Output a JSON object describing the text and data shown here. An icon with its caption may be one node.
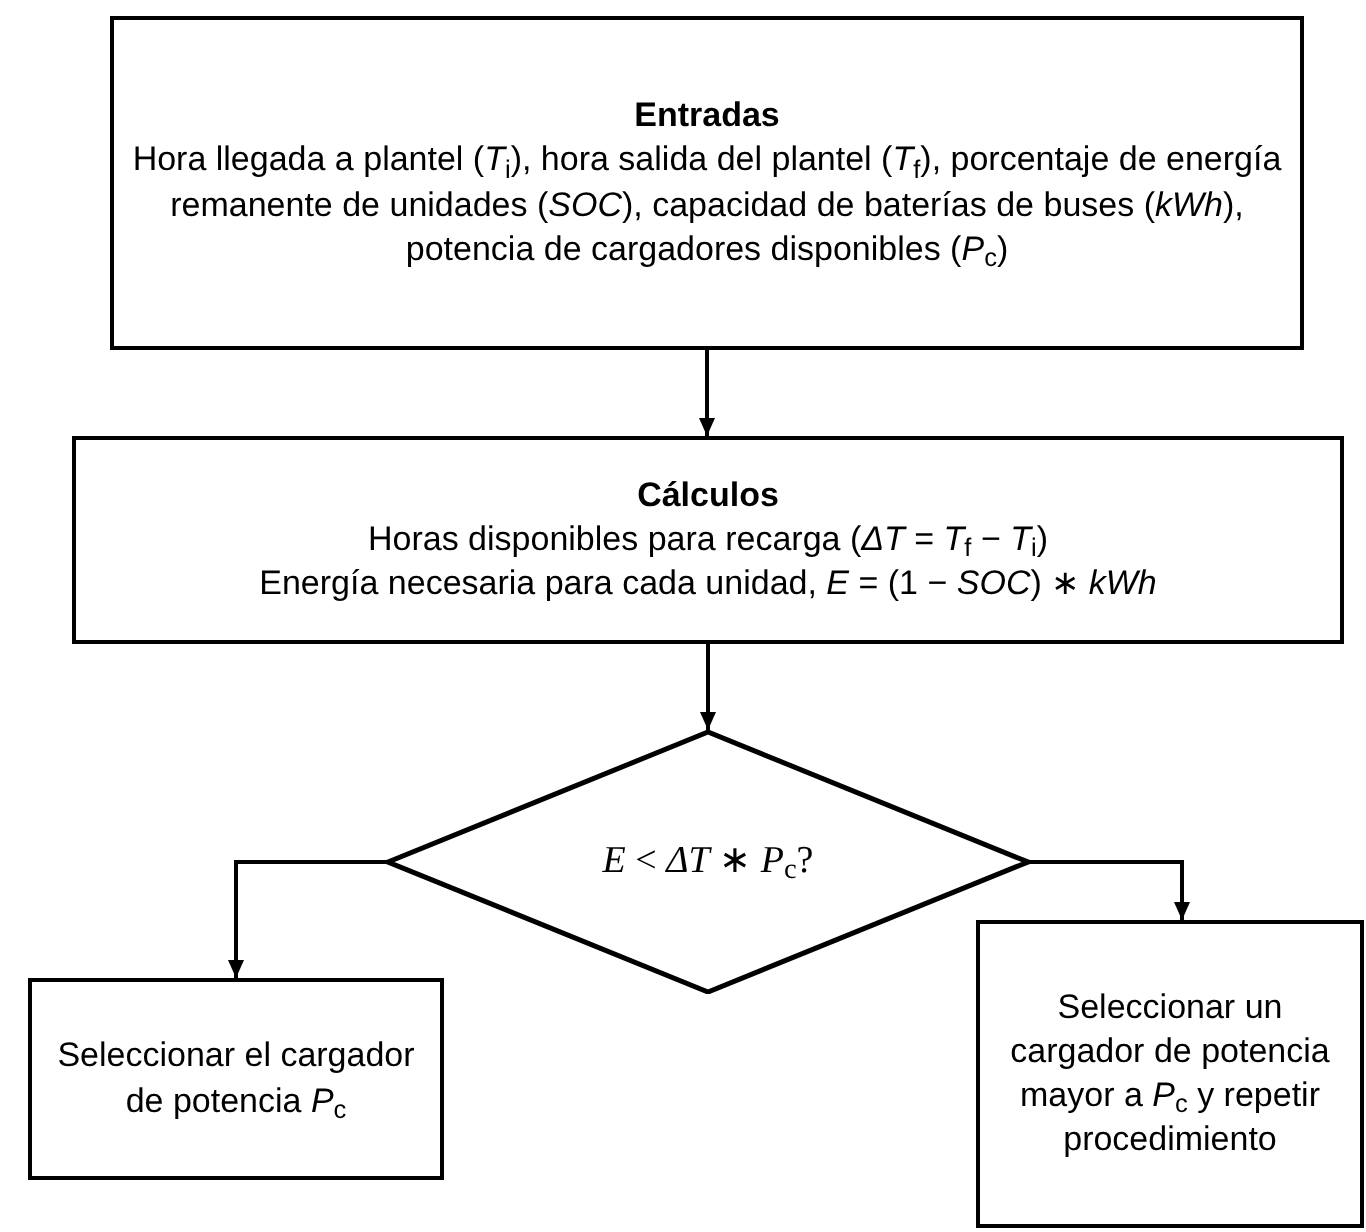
{
  "diagram": {
    "nodes": [
      {
        "text": [
          "Entradas",
          "Hora llegada a plantel (*T*$_{i}$), hora salida del plantel (*T*$_{f}$), porcentaje de energía remanente de unidades (*SOC*), capacidad de baterías de buses (*kWh*), potencia de cargadores disponibles (*P*$_{c}$)"
        ]
      },
      {
        "text": [
          "Cálculos",
          "Horas disponibles para recarga (*ΔT* = *T*$_{f}$ − *T*$_{i}$)",
          "Energía necesaria para cada unidad, *E* = (1 − *SOC*) ∗ *kWh*"
        ]
      },
      {
        "text": [
          "*E* < *ΔT* ∗ *P*$_{c}$?"
        ]
      },
      {
        "text": [
          "Seleccionar el cargador de potencia *P*$_{c}$"
        ]
      },
      {
        "text": [
          "Seleccionar un cargador de potencia mayor a *P*$_{c}$ y repetir procedimiento"
        ]
      }
    ],
    "edges": [
      {
        "from": 0,
        "to": 1,
        "arrow": "to"
      },
      {
        "from": 1,
        "to": 2,
        "arrow": "to"
      },
      {
        "from": 2,
        "to": 3,
        "arrow": "to"
      },
      {
        "from": 2,
        "to": 4,
        "arrow": "to"
      }
    ]
  }
}
